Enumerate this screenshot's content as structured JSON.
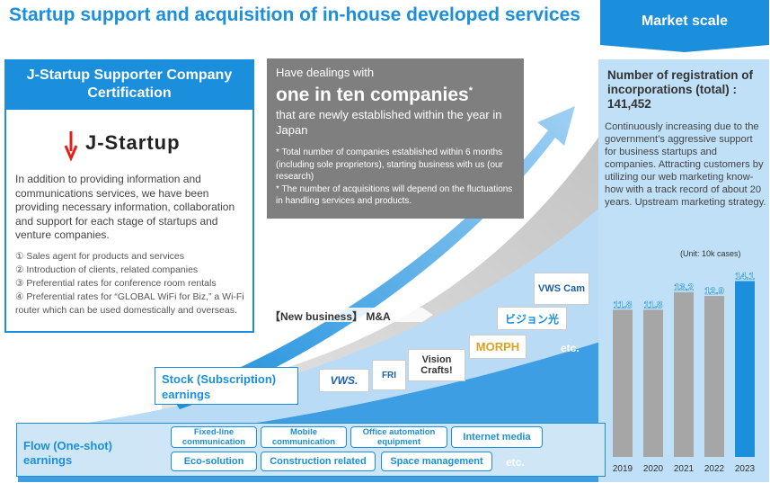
{
  "title": "Startup support and acquisition of in-house developed services",
  "cert": {
    "heading": "J-Startup Supporter Company Certification",
    "logo_text": "J-Startup",
    "description": "In addition to providing information and communications services, we have been providing necessary information, collaboration and support for each stage of startups and venture companies.",
    "items": [
      "① Sales agent for products and services",
      "② Introduction of clients, related companies",
      "③ Preferential rates for conference room rentals",
      "④ Preferential rates for “GLOBAL WiFi for Biz,” a Wi-Fi router which can be used domestically and overseas."
    ]
  },
  "dealings": {
    "line1": "Have dealings with",
    "big": "one in ten companies",
    "star": "*",
    "line3": "that are newly established within the year in Japan",
    "note1": "* Total number of companies established within 6 months (including sole proprietors), starting business with us (our research)",
    "note2": "* The number of acquisitions will depend on the fluctuations in handling services and products."
  },
  "market": {
    "tab": "Market scale",
    "reg_title": "Number of registration of incorporations (total) : 141,452",
    "desc": "Continuously increasing due to the government’s aggressive support for business startups and companies. Attracting customers by utilizing our web marketing know-how with a track record of about 20 years. Upstream marketing strategy.",
    "unit": "(Unit: 10k cases)"
  },
  "chart_data": {
    "type": "bar",
    "categories": [
      "2019",
      "2020",
      "2021",
      "2022",
      "2023"
    ],
    "values": [
      11.8,
      11.8,
      13.2,
      12.9,
      14.1
    ],
    "ylim": [
      0,
      15
    ],
    "colors": [
      "#a6a6a6",
      "#a6a6a6",
      "#a6a6a6",
      "#a6a6a6",
      "#1b8fdc"
    ]
  },
  "growth": {
    "ma": "【New business】 M&A",
    "stock": "Stock (Subscription) earnings",
    "flow": "Flow (One-shot) earnings",
    "etc_upper": "etc.",
    "etc_lower": "etc.",
    "logos": {
      "vws": "VWS.",
      "fri": "FRI",
      "vision": "Vision Crafts!",
      "morph": "MORPH",
      "hikari": "ビジョン光",
      "vwscam": "VWS Cam"
    },
    "flow_services": [
      "Fixed-line communication",
      "Mobile communication",
      "Office automation equipment",
      "Internet media",
      "Eco-solution",
      "Construction related",
      "Space management"
    ]
  },
  "colors": {
    "brand": "#1b8fdc",
    "gray_panel": "#7f7f7f",
    "market_panel": "#bfe0f7"
  }
}
